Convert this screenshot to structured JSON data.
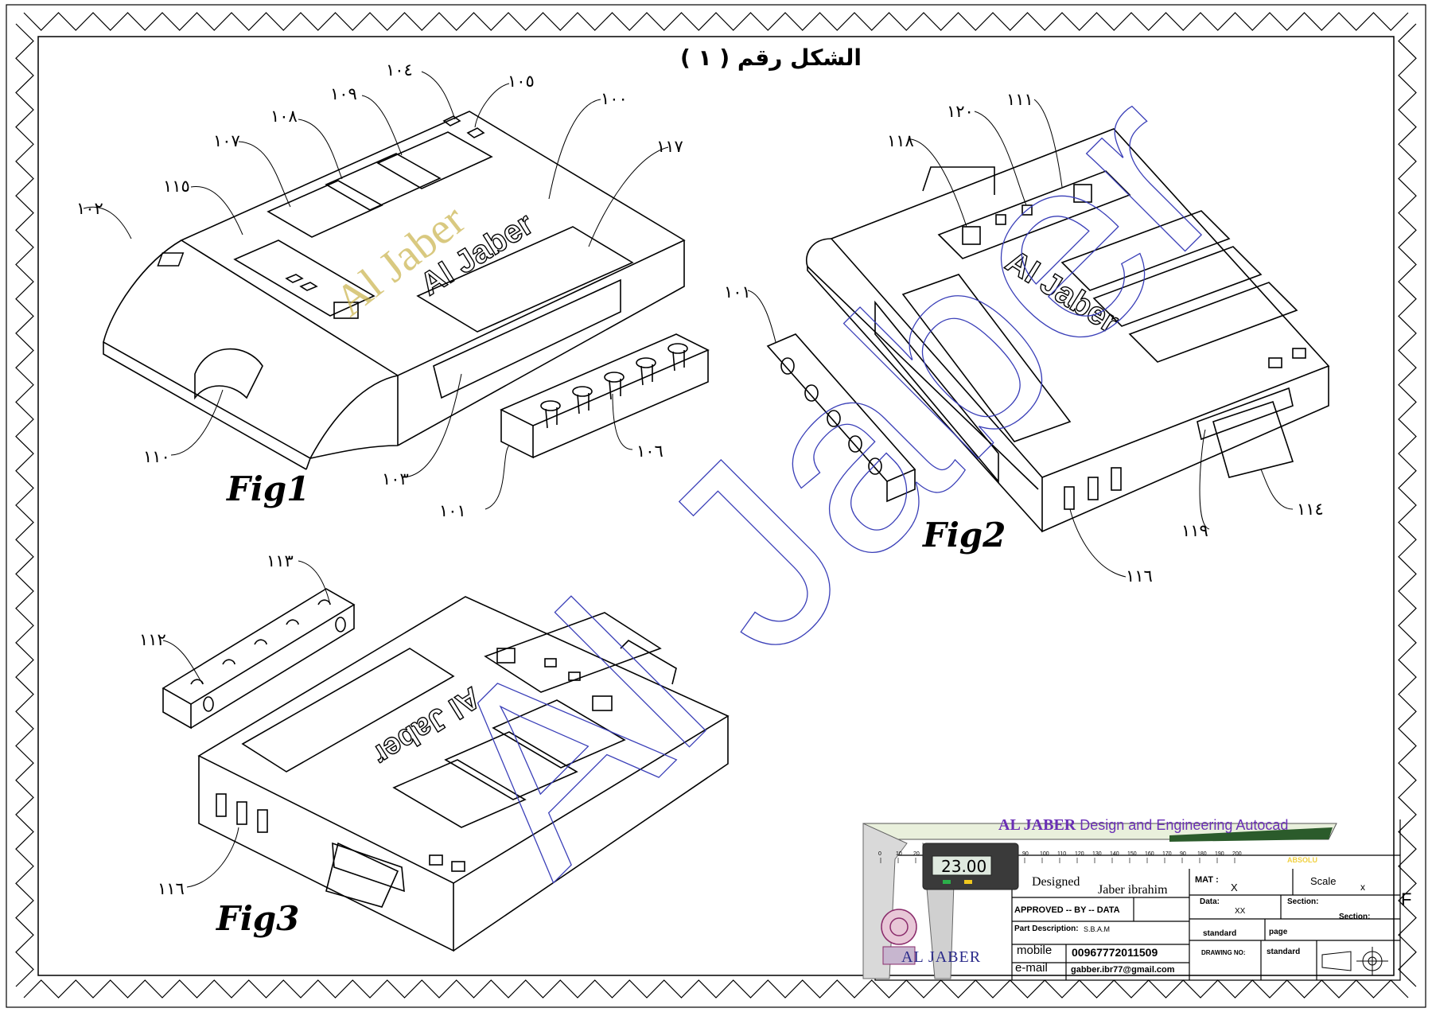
{
  "sheet": {
    "title": "الشكل رقم ( ١ )",
    "watermark": "Al Jaber",
    "device_logo": "Al Jaber",
    "colors": {
      "watermark": "#3a3fb8",
      "watermark_small": "#c9b24a",
      "titlebar_text": "#6a2fb5",
      "brand_text": "#2a2a8a",
      "line": "#000000"
    }
  },
  "figures": [
    {
      "label": "Fig1",
      "refs": [
        "١٠٤",
        "١٠٥",
        "١٠٩",
        "١٠٨",
        "١٠٠",
        "١٠٧",
        "١١٧",
        "١١٥",
        "١٠٢",
        "١٠١",
        "١٠٦",
        "١١٠",
        "١٠٣",
        "١٠١"
      ]
    },
    {
      "label": "Fig2",
      "refs": [
        "١٢٠",
        "١١١",
        "١١٨",
        "١٠١",
        "١١٤",
        "١١٩",
        "١١٦"
      ]
    },
    {
      "label": "Fig3",
      "refs": [
        "١١٣",
        "١١٢",
        "١١٦"
      ]
    }
  ],
  "title_block": {
    "company": "AL JABER",
    "company_sub": "Design and Engineering Autocad",
    "caliper_reading": "23.00",
    "caliper_ticks": [
      "0",
      "10",
      "20",
      "90",
      "100",
      "110",
      "120",
      "130",
      "140",
      "150",
      "160",
      "170",
      "90",
      "180",
      "190",
      "200"
    ],
    "caliper_brand": "ABSOLU",
    "designed_label": "Designed",
    "designer": "Jaber ibrahim",
    "approved": "APPROVED -- BY -- DATA",
    "part_desc_label": "Part Description:",
    "part_desc": "S.B.A.M",
    "mobile_label": "mobile",
    "mobile": "00967772011509",
    "email_label": "e-mail",
    "email": "gabber.ibr77@gmail.com",
    "mat_label": "MAT :",
    "mat": "X",
    "scale_label": "Scale",
    "scale": "x",
    "data_label": "Data:",
    "data": "XX",
    "section_label": "Section:",
    "section2_label": "Section:",
    "standard1": "standard",
    "page_label": "page",
    "drawing_no_label": "DRAWING NO:",
    "standard2": "standard",
    "edge_letter": "F",
    "footer_brand": "AL JABER"
  }
}
